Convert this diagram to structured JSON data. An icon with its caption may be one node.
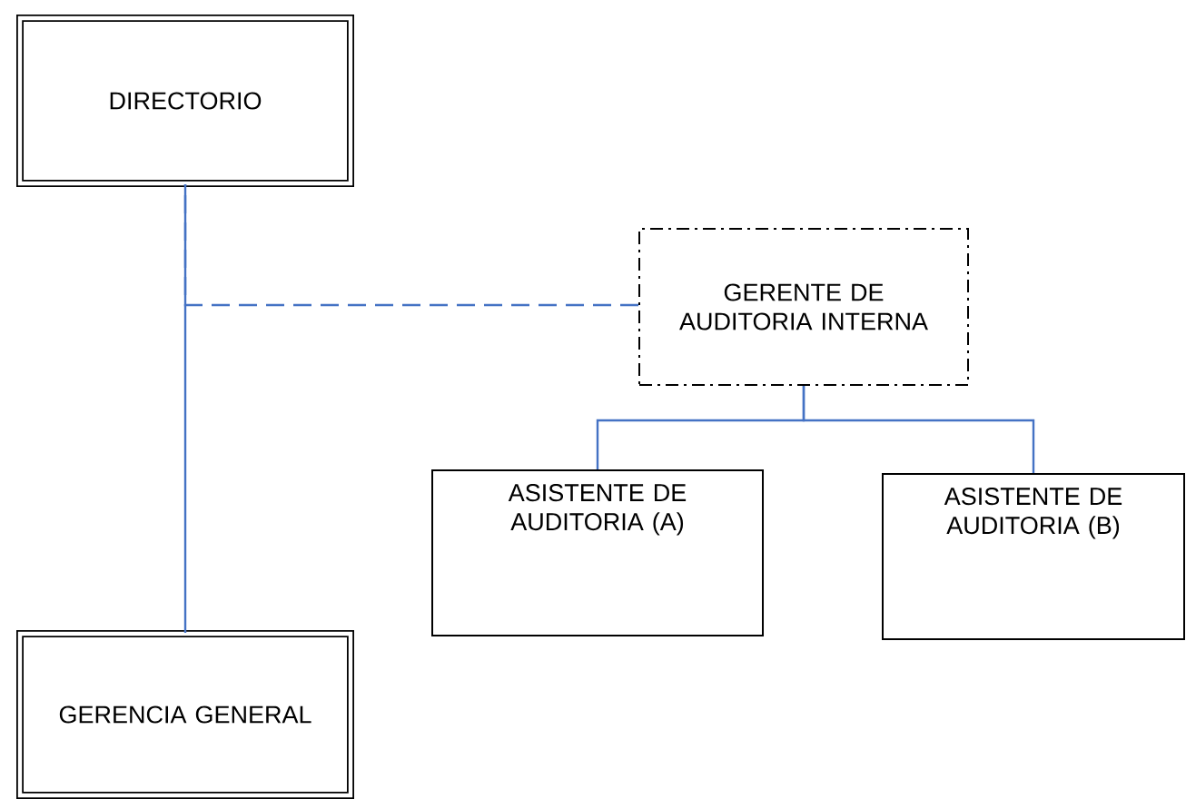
{
  "diagram": {
    "nodes": [
      {
        "text": [
          "DIRECTORIO"
        ]
      },
      {
        "text": [
          "GERENTE DE AUDITORIA INTERNA"
        ]
      },
      {
        "text": [
          "ASISTENTE DE AUDITORIA (A)"
        ]
      },
      {
        "text": [
          "ASISTENTE DE AUDITORIA (B)"
        ]
      },
      {
        "text": [
          "GERENCIA GENERAL"
        ]
      }
    ],
    "edges": [
      {
        "from": 0,
        "to": 4,
        "arrow": "none"
      },
      {
        "from": 1,
        "to": 0,
        "arrow": "none",
        "style": "dashed"
      },
      {
        "from": 1,
        "to": 2,
        "arrow": "none"
      },
      {
        "from": 1,
        "to": 3,
        "arrow": "none"
      }
    ]
  }
}
